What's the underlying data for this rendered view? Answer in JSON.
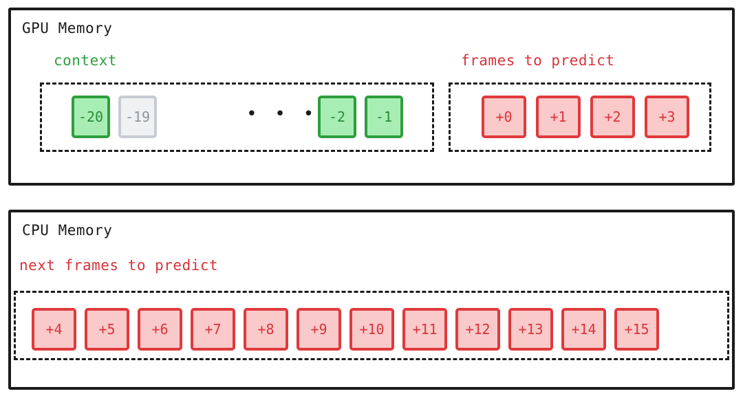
{
  "gpu": {
    "title": "GPU Memory",
    "context": {
      "caption": "context",
      "ellipsis": "• • •",
      "head_chips": [
        {
          "label": "-20",
          "state": "active"
        },
        {
          "label": "-19",
          "state": "inactive"
        }
      ],
      "tail_chips": [
        {
          "label": "-2",
          "state": "active"
        },
        {
          "label": "-1",
          "state": "active"
        }
      ]
    },
    "frames_to_predict": {
      "caption": "frames to predict",
      "chips": [
        {
          "label": "+0"
        },
        {
          "label": "+1"
        },
        {
          "label": "+2"
        },
        {
          "label": "+3"
        }
      ]
    }
  },
  "cpu": {
    "title": "CPU Memory",
    "next_frames_to_predict": {
      "caption": "next frames to predict",
      "chips": [
        {
          "label": "+4"
        },
        {
          "label": "+5"
        },
        {
          "label": "+6"
        },
        {
          "label": "+7"
        },
        {
          "label": "+8"
        },
        {
          "label": "+9"
        },
        {
          "label": "+10"
        },
        {
          "label": "+11"
        },
        {
          "label": "+12"
        },
        {
          "label": "+13"
        },
        {
          "label": "+14"
        },
        {
          "label": "+15"
        }
      ]
    }
  },
  "colors": {
    "panel_border": "#1b1b1b",
    "dash_border": "#1b1b1b",
    "green_border": "#2e9e3e",
    "green_fill": "#a8eeb4",
    "green_text": "#2a8b38",
    "gray_border": "#c6ccd2",
    "gray_fill": "#eff1f3",
    "gray_text": "#8e959c",
    "red_border": "#e03a3c",
    "red_fill": "#fac9ca",
    "red_text": "#d7343a",
    "background": "#ffffff"
  }
}
